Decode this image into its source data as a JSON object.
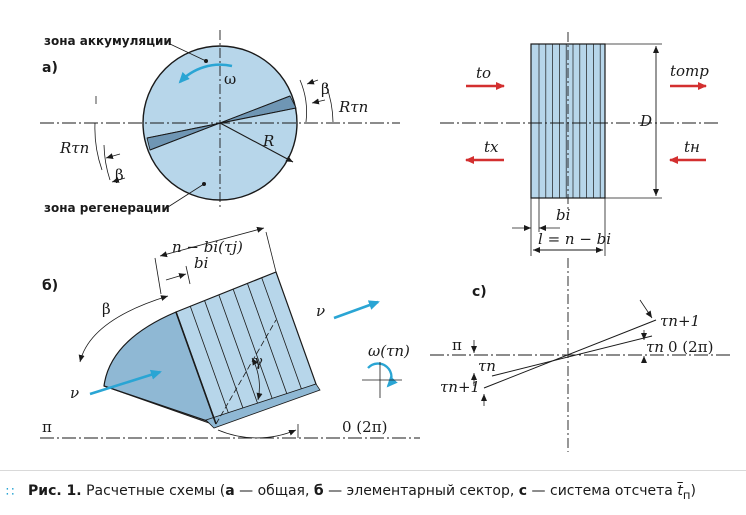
{
  "labels": {
    "accumulation_zone": "зона аккумуляции",
    "regeneration_zone": "зона регенерации",
    "panel_a": "а)",
    "panel_b": "б)",
    "panel_c": "с)",
    "omega": "ω",
    "beta": "β",
    "R_tau_n": "Rτn",
    "R": "R",
    "t_o": "to",
    "t_otr": "tотр",
    "t_x": "tх",
    "t_n": "tн",
    "D": "D",
    "b_i": "bi",
    "l_formula": "l = n − bi",
    "n_b_formula": "n − bi(τj)",
    "nu": "ν",
    "gamma": "γ",
    "omega_tau": "ω(τn)",
    "pi": "π",
    "zero_2pi": "0 (2π)",
    "tau_n": "τn",
    "tau_n1": "τn+1"
  },
  "caption": {
    "fig": "Рис. 1.",
    "intro": "Расчетные схемы (",
    "a": "а",
    "a_desc": " — общая, ",
    "b": "б",
    "b_desc": " — элементарный сектор, ",
    "c": "с",
    "c_desc": " — система отсчета ",
    "t_sym": "t",
    "t_sub": "п",
    "close": ")"
  },
  "colors": {
    "fill": "#b7d6ea",
    "stroke": "#1a1a1a",
    "red": "#d32f2f",
    "blue": "#2aa5d4",
    "dark": "#7fa3bf"
  }
}
